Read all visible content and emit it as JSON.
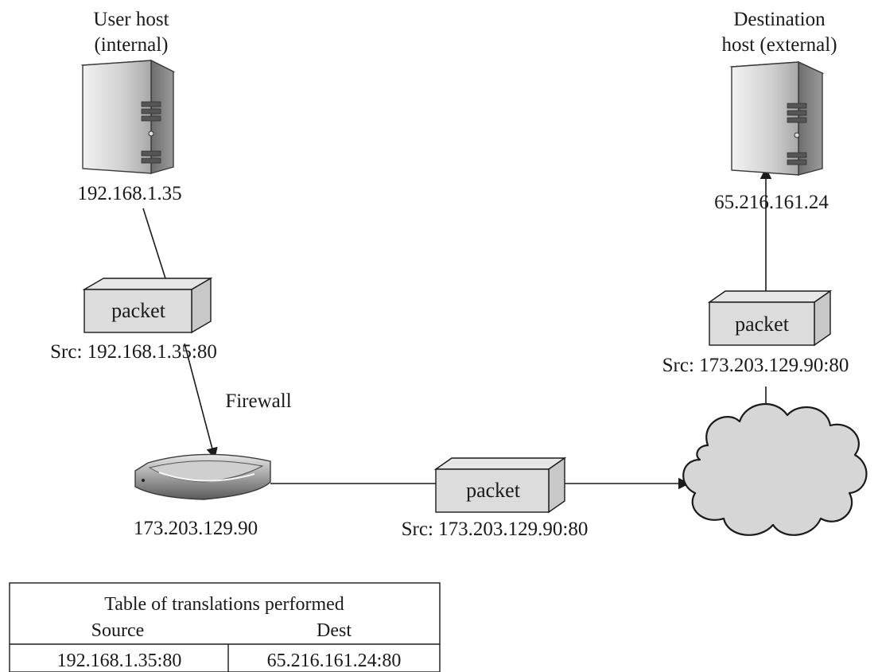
{
  "user_host": {
    "title_line1": "User host",
    "title_line2": "(internal)",
    "ip": "192.168.1.35"
  },
  "destination_host": {
    "title_line1": "Destination",
    "title_line2": "host (external)",
    "ip": "65.216.161.24"
  },
  "firewall": {
    "label": "Firewall",
    "ip": "173.203.129.90"
  },
  "packets": [
    {
      "label": "packet",
      "src": "Src: 192.168.1.35:80"
    },
    {
      "label": "packet",
      "src": "Src: 173.203.129.90:80"
    },
    {
      "label": "packet",
      "src": "Src: 173.203.129.90:80"
    }
  ],
  "translation_table": {
    "title": "Table of translations performed",
    "headers": [
      "Source",
      "Dest"
    ],
    "rows": [
      [
        "192.168.1.35:80",
        "65.216.161.24:80"
      ]
    ]
  }
}
